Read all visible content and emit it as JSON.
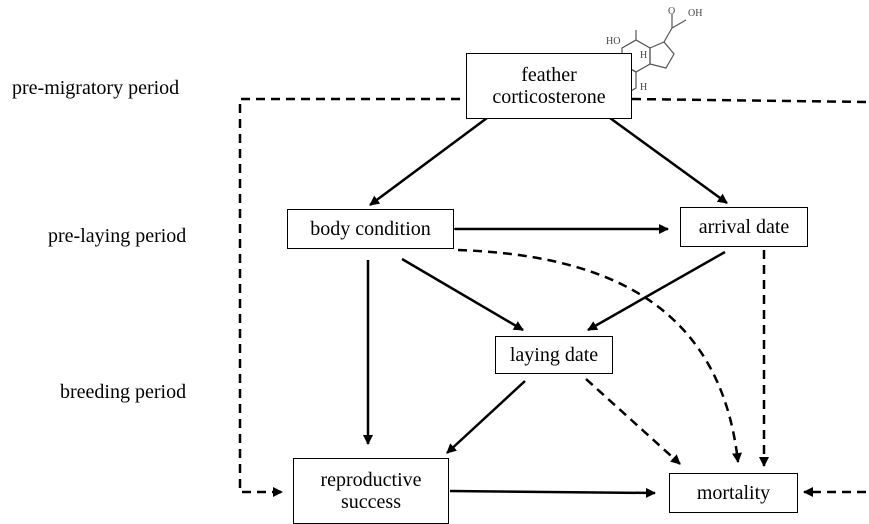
{
  "periods": {
    "pre_migratory": "pre-migratory period",
    "pre_laying": "pre-laying period",
    "breeding": "breeding period"
  },
  "nodes": {
    "feather_corticosterone": {
      "line1": "feather",
      "line2": "corticosterone"
    },
    "body_condition": {
      "label": "body condition"
    },
    "arrival_date": {
      "label": "arrival date"
    },
    "laying_date": {
      "label": "laying date"
    },
    "reproductive_success": {
      "line1": "reproductive",
      "line2": "success"
    },
    "mortality": {
      "label": "mortality"
    }
  },
  "molecule": {
    "oxygen": "O",
    "hydroxyl": "OH",
    "ho": "HO",
    "h": "H"
  },
  "colors": {
    "ink": "#000000",
    "background": "#ffffff"
  }
}
